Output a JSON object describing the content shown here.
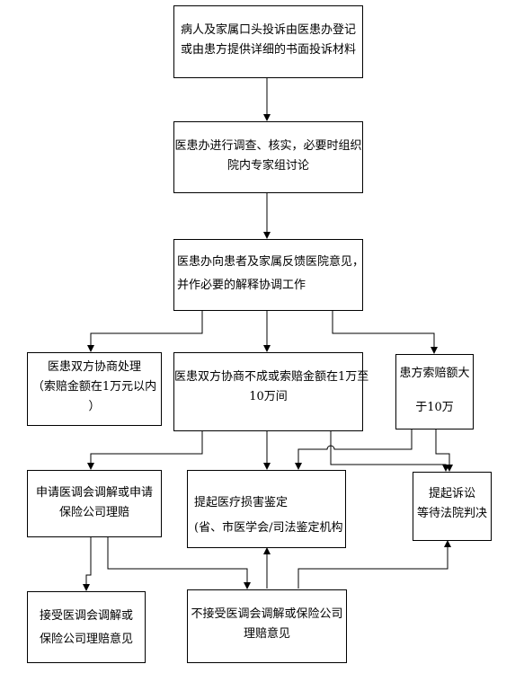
{
  "nodes": {
    "complaint": [
      "病人及家属口头投诉由医患办登记",
      "或由患方提供详细的书面投诉材料"
    ],
    "investigate": [
      "医患办进行调查、核实，必要时组织",
      "院内专家组讨论"
    ],
    "feedback": [
      "医患办向患者及家属反馈医院意见，",
      "并作必要的解释协调工作"
    ],
    "negotiate": [
      "医患双方协商处理",
      "（索赔金额在1万元以内",
      "）"
    ],
    "fail_mid": [
      "医患双方协商不成或索赔金额在1万至",
      "10万间"
    ],
    "large_claim": [
      "患方索赔额大",
      "于10万"
    ],
    "mediation": [
      "申请医调会调解或申请",
      "保险公司理赔"
    ],
    "appraisal": [
      "提起医疗损害鉴定",
      "(省、市医学会/司法鉴定机构"
    ],
    "lawsuit": [
      "提起诉讼",
      "等待法院判决"
    ],
    "accept": [
      "接受医调会调解或",
      "保险公司理赔意见"
    ],
    "reject": [
      "不接受医调会调解或保险公司",
      "理赔意见"
    ]
  }
}
